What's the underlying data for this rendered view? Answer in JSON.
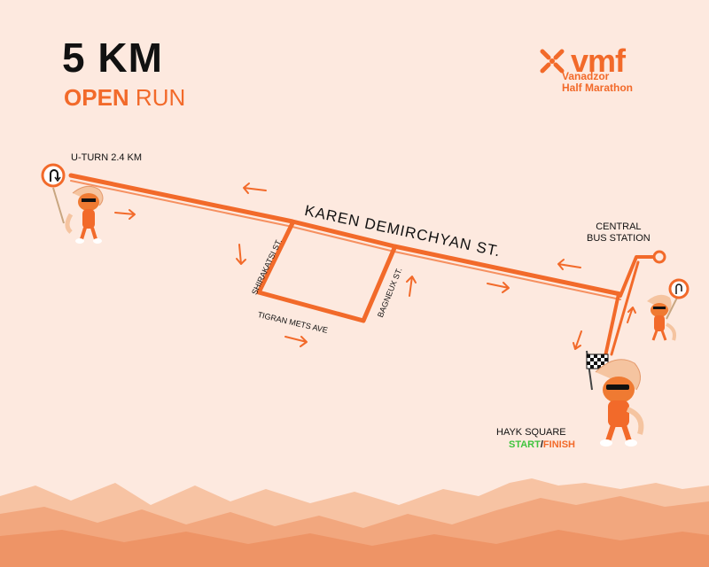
{
  "header": {
    "title": "5 KM",
    "subtitle_bold": "OPEN",
    "subtitle_rest": " RUN"
  },
  "logo": {
    "word": "vmf",
    "line1": "Vanadzor",
    "line2": "Half Marathon"
  },
  "labels": {
    "uturn": "U-TURN 2.4 KM",
    "main_street": "KAREN DEMIRCHYAN ST.",
    "shirakatsi": "SHIRAKATSI ST.",
    "bagneux": "BAGNEUX ST.",
    "tigran": "TIGRAN METS AVE",
    "bus_line1": "CENTRAL",
    "bus_line2": "BUS STATION",
    "square": "HAYK SQUARE",
    "start": "START",
    "sep": "/",
    "finish": "FINISH"
  },
  "colors": {
    "accent": "#f26a2a",
    "start": "#3ec43e",
    "background": "#fde9df",
    "mountain": "#f2a77e"
  },
  "icons": [
    "u-turn-sign-icon",
    "checkered-flag-icon",
    "arrow-icon",
    "mascot-icon",
    "vmf-logo-icon"
  ]
}
